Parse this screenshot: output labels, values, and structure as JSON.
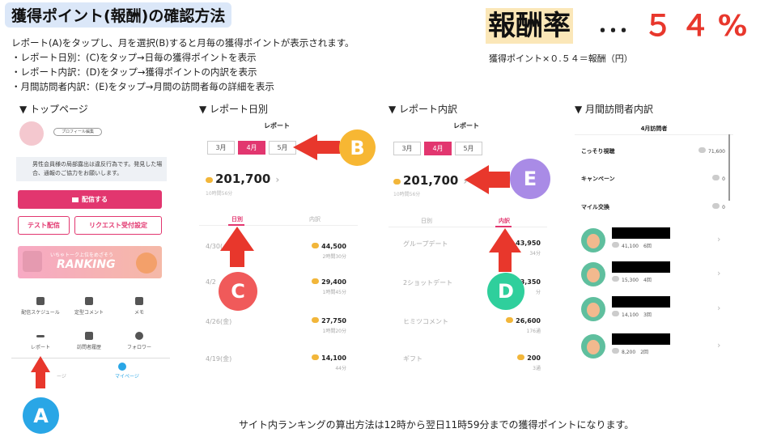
{
  "title": "獲得ポイント(報酬)の確認方法",
  "rate": {
    "label": "報酬率",
    "dots": "･･･",
    "value": "５４%",
    "formula": "獲得ポイント×０.５４＝報酬（円）"
  },
  "intro": [
    "レポート(A)をタップし、月を選択(B)すると月毎の獲得ポイントが表示されます。",
    "・レポート日別：(C)をタップ→日毎の獲得ポイントを表示",
    "・レポート内訳：(D)をタップ→獲得ポイントの内訳を表示",
    "・月間訪問者内訳：(E)をタップ→月間の訪問者毎の詳細を表示"
  ],
  "sections": [
    "▼ トップページ",
    "▼ レポート日別",
    "▼ レポート内訳",
    "▼ 月間訪問者内訳"
  ],
  "top": {
    "profile_edit": "プロフィール編集",
    "notice": "男性会員様の局部露出は違反行為です。発見した場合、通報のご協力をお願いします。",
    "broadcast": "配信する",
    "test": "テスト配信",
    "request": "リクエスト受付設定",
    "banner_small": "いちゃトーク上位をめざそう",
    "banner_big": "RANKING",
    "menu": [
      "配信スケジュール",
      "定型コメント",
      "メモ",
      "レポート",
      "訪問者履歴",
      "フォロワー"
    ],
    "nav": [
      "ージ",
      "マイページ"
    ]
  },
  "daily": {
    "header": "レポート",
    "tabs": [
      "3月",
      "4月",
      "5月"
    ],
    "points": "201,700",
    "time": "10時間56分",
    "subtabs": [
      "日別",
      "内訳"
    ],
    "rows": [
      {
        "date": "4/30(",
        "value": "44,500",
        "sub": "2時間30分"
      },
      {
        "date": "4/2",
        "value": "29,400",
        "sub": "1時間45分"
      },
      {
        "date": "4/26(金)",
        "value": "27,750",
        "sub": "1時間20分"
      },
      {
        "date": "4/19(金)",
        "value": "14,100",
        "sub": "44分"
      }
    ]
  },
  "breakdown": {
    "header": "レポート",
    "tabs": [
      "3月",
      "4月",
      "5月"
    ],
    "points": "201,700",
    "time": "10時間56分",
    "subtabs": [
      "日別",
      "内訳"
    ],
    "rows": [
      {
        "label": "グループデート",
        "value": "43,950",
        "sub": "34分"
      },
      {
        "label": "2ショットデート",
        "value": "3,350",
        "sub": "分"
      },
      {
        "label": "ヒミツコメント",
        "value": "26,600",
        "sub": "176通"
      },
      {
        "label": "ギフト",
        "value": "200",
        "sub": "3通"
      }
    ]
  },
  "visitors": {
    "header": "4月訪問者",
    "categories": [
      {
        "label": "こっそり視聴",
        "value": "71,600"
      },
      {
        "label": "キャンペーン",
        "value": "0"
      },
      {
        "label": "マイル交換",
        "value": "0"
      }
    ],
    "users": [
      {
        "points": "41,100",
        "count": "6回"
      },
      {
        "points": "15,300",
        "count": "4回"
      },
      {
        "points": "14,100",
        "count": "3回"
      },
      {
        "points": "8,200",
        "count": "2回"
      }
    ]
  },
  "markers": [
    "A",
    "B",
    "C",
    "D",
    "E"
  ],
  "colors": {
    "pink": "#e2366f",
    "arrow": "#e8372c",
    "A": "#29a6e6",
    "B": "#f7b733",
    "C": "#f05a5a",
    "D": "#2fcf9c",
    "E": "#a98be6"
  },
  "footer": "サイト内ランキングの算出方法は12時から翌日11時59分までの獲得ポイントになります。"
}
